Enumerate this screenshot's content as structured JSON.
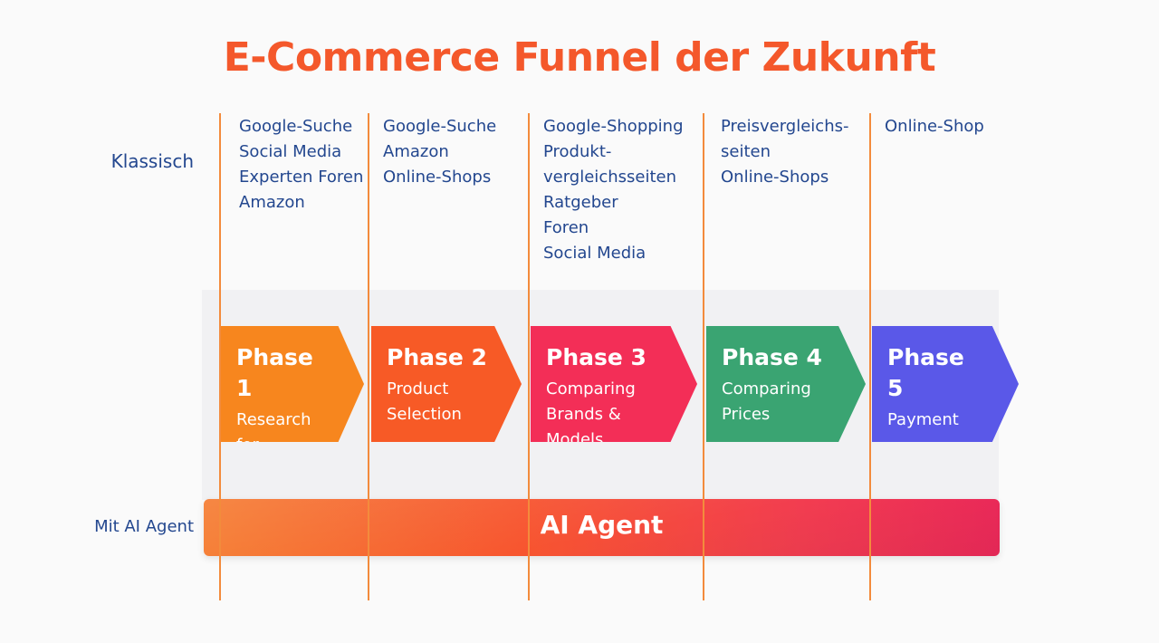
{
  "title": "E-Commerce Funnel der Zukunft",
  "rows": {
    "classic_label": "Klassisch",
    "agent_label": "Mit AI Agent"
  },
  "columns": [
    {
      "channels": [
        "Google-Suche",
        "Social Media",
        "Experten Foren",
        "Amazon"
      ],
      "phase_title": "Phase 1",
      "phase_desc": "Research for\nSolution",
      "color": "#f7861e"
    },
    {
      "channels": [
        "Google-Suche",
        "Amazon",
        "Online-Shops"
      ],
      "phase_title": "Phase 2",
      "phase_desc": "Product\nSelection",
      "color": "#f75a26"
    },
    {
      "channels": [
        "Google-Shopping",
        "Produkt-",
        "vergleichsseiten",
        "Ratgeber",
        "Foren",
        "Social Media"
      ],
      "phase_title": "Phase 3",
      "phase_desc": "Comparing\nBrands & Models",
      "color": "#f32e57"
    },
    {
      "channels": [
        "Preisvergleichs-",
        "seiten",
        "Online-Shops"
      ],
      "phase_title": "Phase 4",
      "phase_desc": "Comparing\nPrices",
      "color": "#3aa472"
    },
    {
      "channels": [
        "Online-Shop"
      ],
      "phase_title": "Phase 5",
      "phase_desc": "Payment",
      "color": "#5a58e8"
    }
  ],
  "agent_bar": {
    "label": "AI Agent"
  },
  "colors": {
    "title": "#f4582b",
    "text": "#23478f",
    "divider": "#f38b3c"
  }
}
